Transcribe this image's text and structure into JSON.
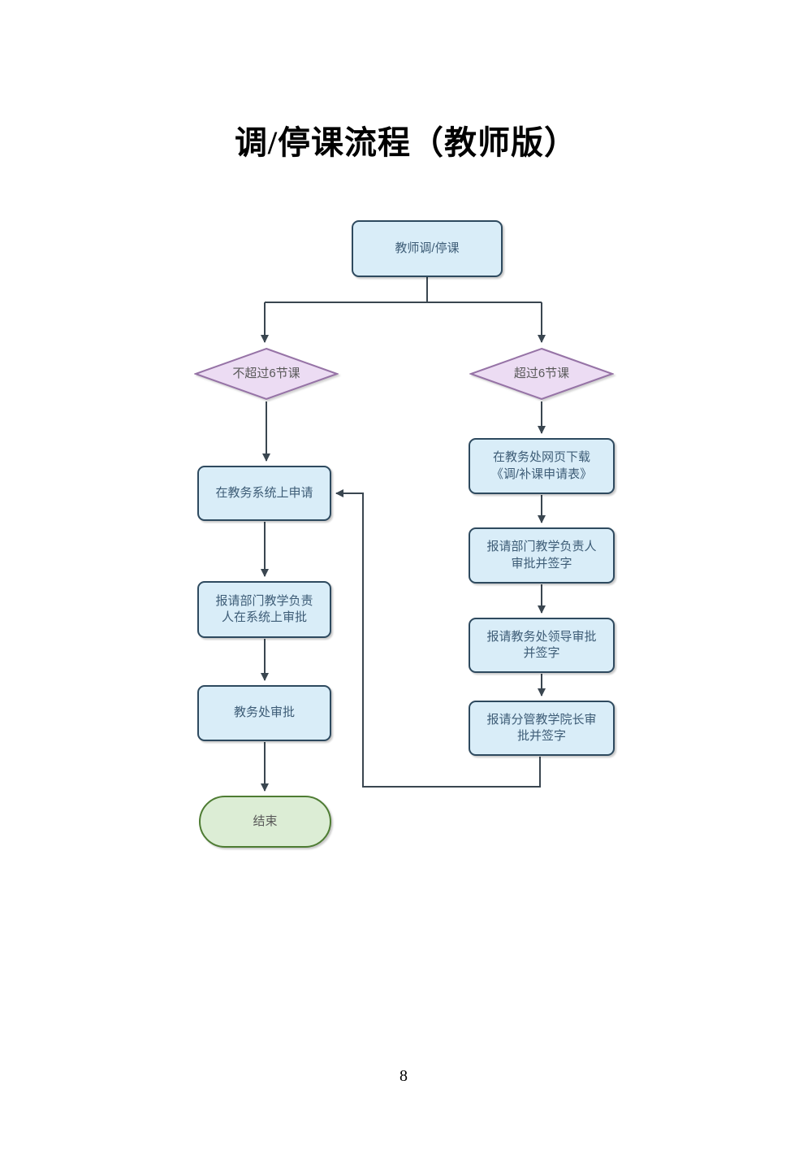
{
  "page": {
    "title": "调/停课流程（教师版）",
    "page_number": "8"
  },
  "colors": {
    "process_fill": "#d9edf8",
    "process_border": "#2e4a5f",
    "process_text": "#3e5d77",
    "decision_fill": "#ecdcf3",
    "decision_border": "#9673a6",
    "decision_text": "#595959",
    "terminal_fill": "#dcedd5",
    "terminal_border": "#4e7c33",
    "arrow": "#3a4650"
  },
  "flowchart": {
    "type": "flowchart",
    "nodes": {
      "start": {
        "label": "教师调/停课",
        "shape": "rounded-rectangle"
      },
      "decision_left": {
        "label": "不超过6节课",
        "shape": "diamond"
      },
      "decision_right": {
        "label": "超过6节课",
        "shape": "diamond"
      },
      "apply_in_system": {
        "label": "在教务系统上申请",
        "shape": "rounded-rectangle"
      },
      "dept_sys_approve": {
        "label": "报请部门教学负责\n人在系统上审批",
        "shape": "rounded-rectangle"
      },
      "office_approve": {
        "label": "教务处审批",
        "shape": "rounded-rectangle"
      },
      "end": {
        "label": "结束",
        "shape": "stadium"
      },
      "download_form": {
        "label": "在教务处网页下载\n《调/补课申请表》",
        "shape": "rounded-rectangle"
      },
      "dept_sign": {
        "label": "报请部门教学负责人\n审批并签字",
        "shape": "rounded-rectangle"
      },
      "leader_sign": {
        "label": "报请教务处领导审批\n并签字",
        "shape": "rounded-rectangle"
      },
      "dean_sign": {
        "label": "报请分管教学院长审\n批并签字",
        "shape": "rounded-rectangle"
      }
    },
    "edges": [
      "start -> decision_left",
      "start -> decision_right",
      "decision_left -> apply_in_system",
      "apply_in_system -> dept_sys_approve",
      "dept_sys_approve -> office_approve",
      "office_approve -> end",
      "decision_right -> download_form",
      "download_form -> dept_sign",
      "dept_sign -> leader_sign",
      "leader_sign -> dean_sign",
      "dean_sign -> apply_in_system"
    ]
  }
}
